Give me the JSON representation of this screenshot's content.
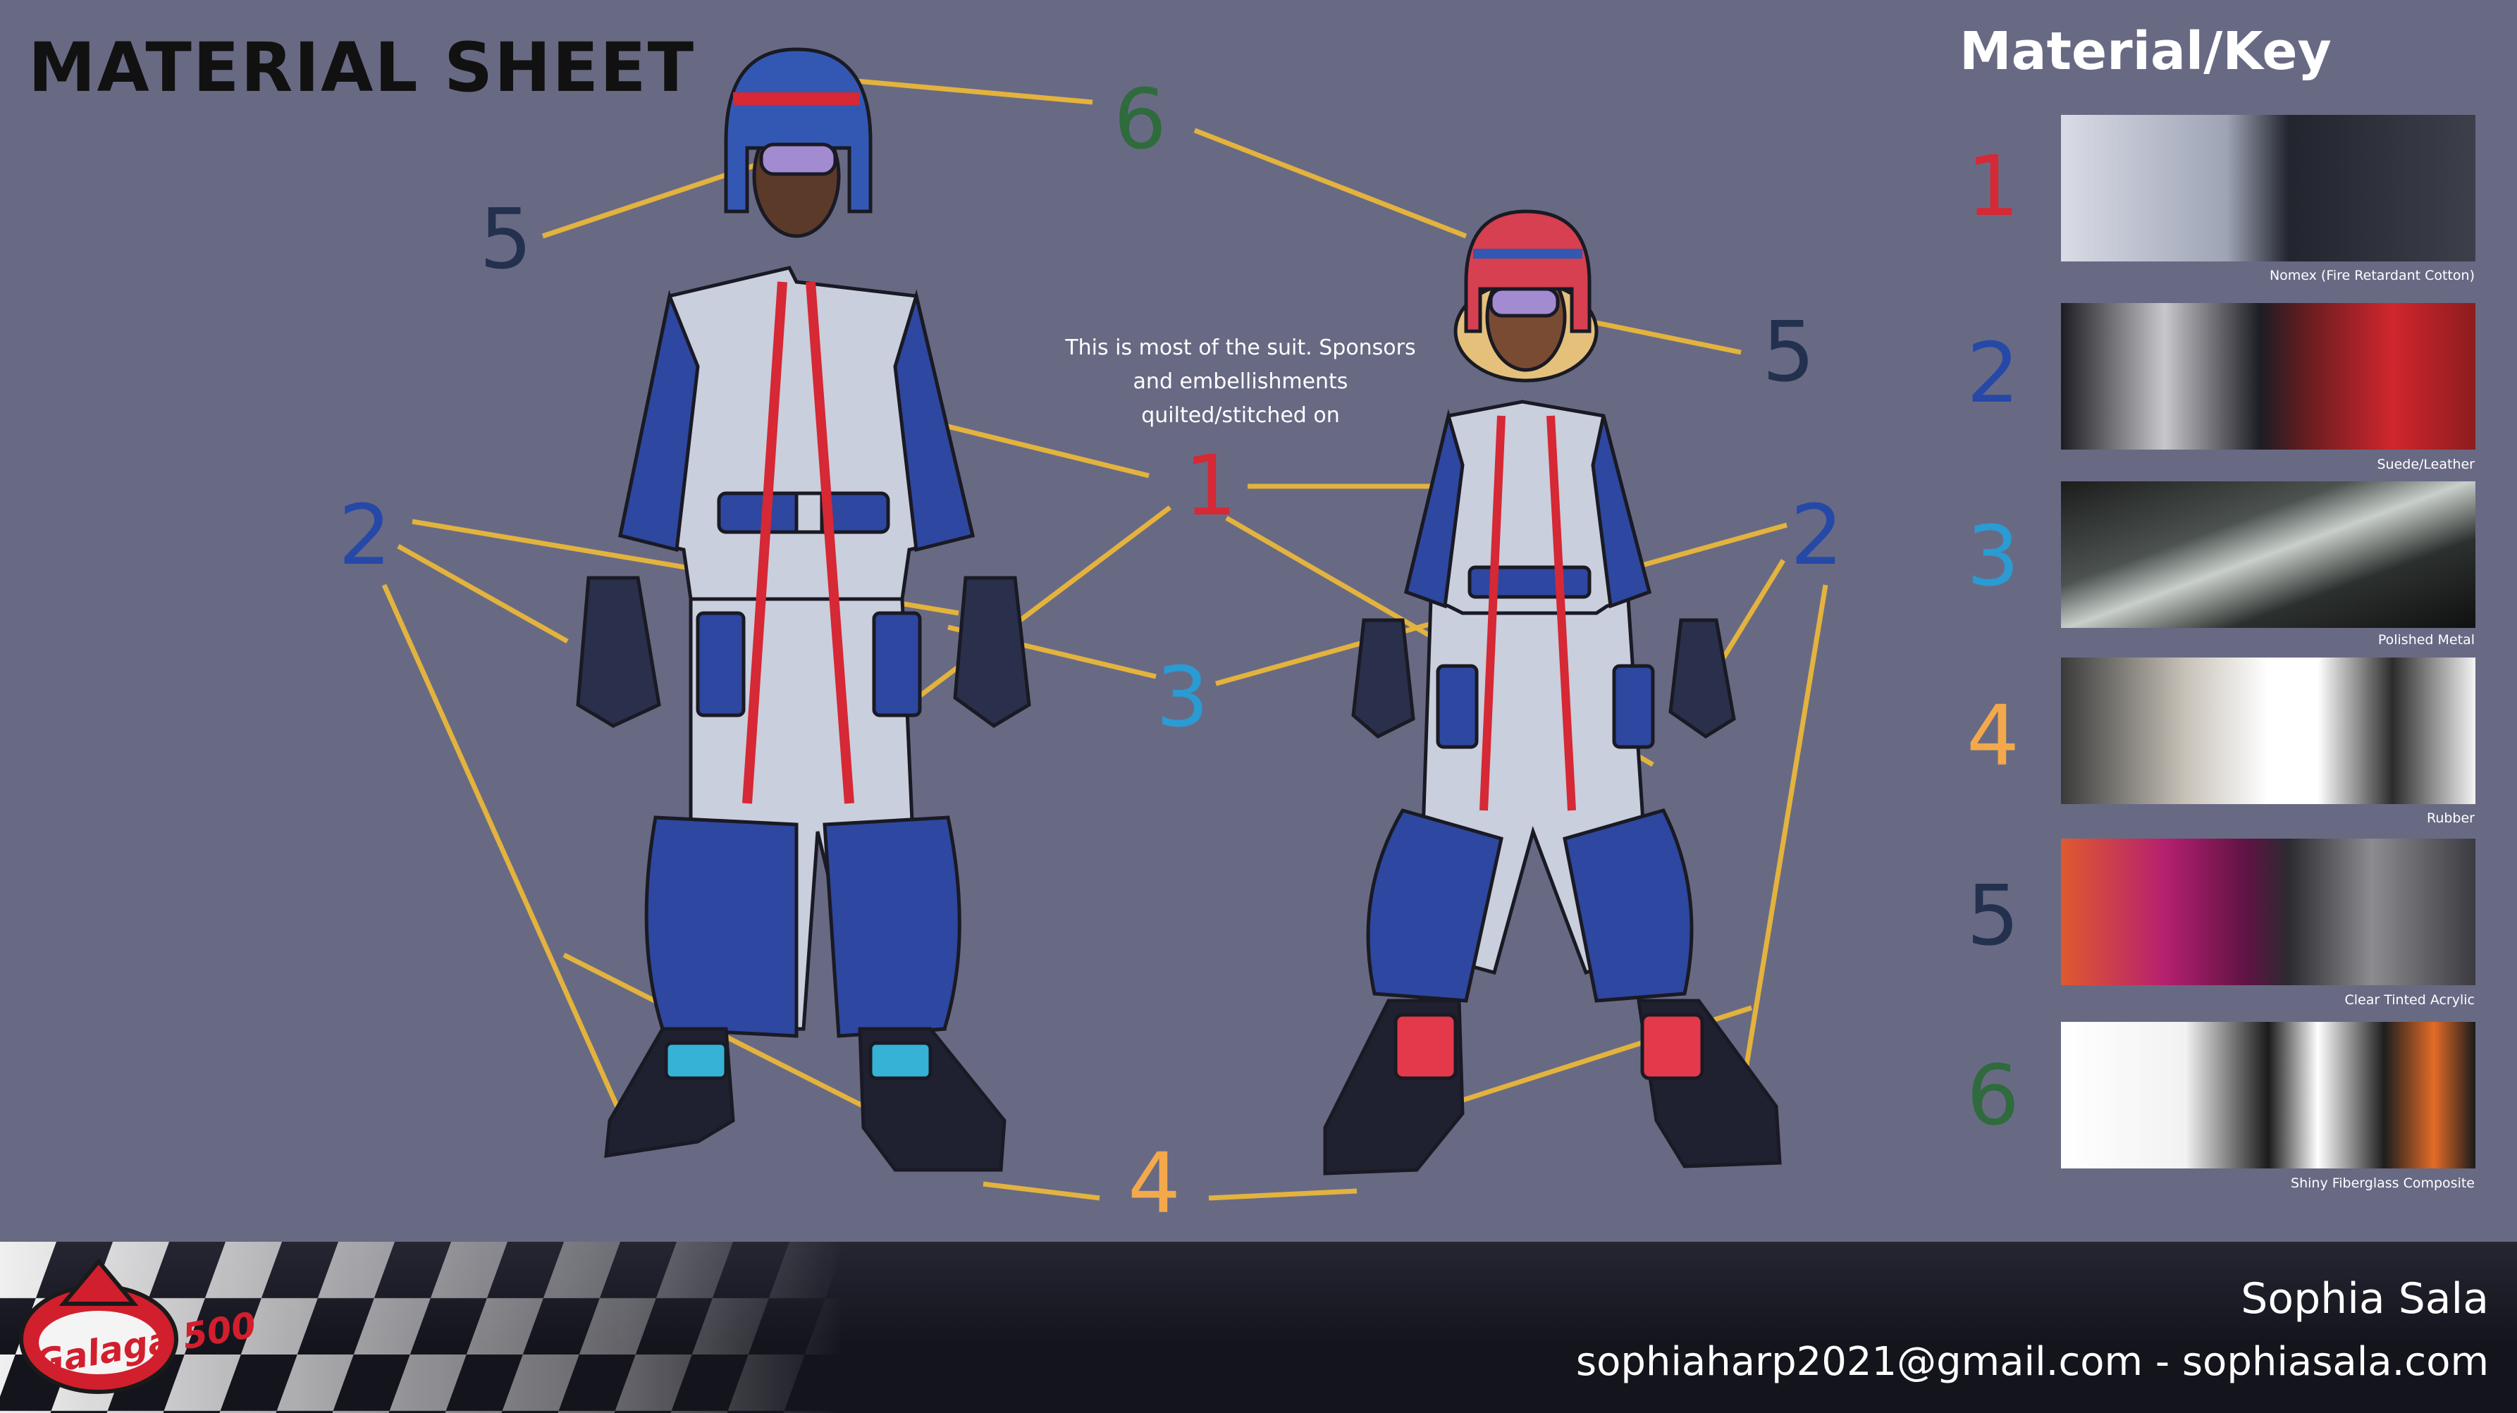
{
  "title": "MATERIAL SHEET",
  "key_title": "Material/Key",
  "note": "This is most of the suit. Sponsors and embellishments quilted/stitched on",
  "callouts": {
    "c6": "6",
    "c5_left": "5",
    "c5_right": "5",
    "c1": "1",
    "c2_left": "2",
    "c2_right": "2",
    "c3": "3",
    "c4": "4"
  },
  "colors": {
    "c1": "#d62835",
    "c2": "#2649a8",
    "c3": "#2a9bd3",
    "c4": "#f3a94b",
    "c5": "#23314f",
    "c6": "#2f6b3c",
    "leader": "#e3b33d",
    "background": "#686a84"
  },
  "key": [
    {
      "number": "1",
      "caption": "Nomex (Fire Retardant Cotton)"
    },
    {
      "number": "2",
      "caption": "Suede/Leather"
    },
    {
      "number": "3",
      "caption": "Polished Metal"
    },
    {
      "number": "4",
      "caption": "Rubber"
    },
    {
      "number": "5",
      "caption": "Clear Tinted Acrylic"
    },
    {
      "number": "6",
      "caption": "Shiny Fiberglass Composite"
    }
  ],
  "footer": {
    "author": "Sophia Sala",
    "contact": "sophiaharp2021@gmail.com - sophiasala.com",
    "logo_text": "Galaga 500"
  }
}
